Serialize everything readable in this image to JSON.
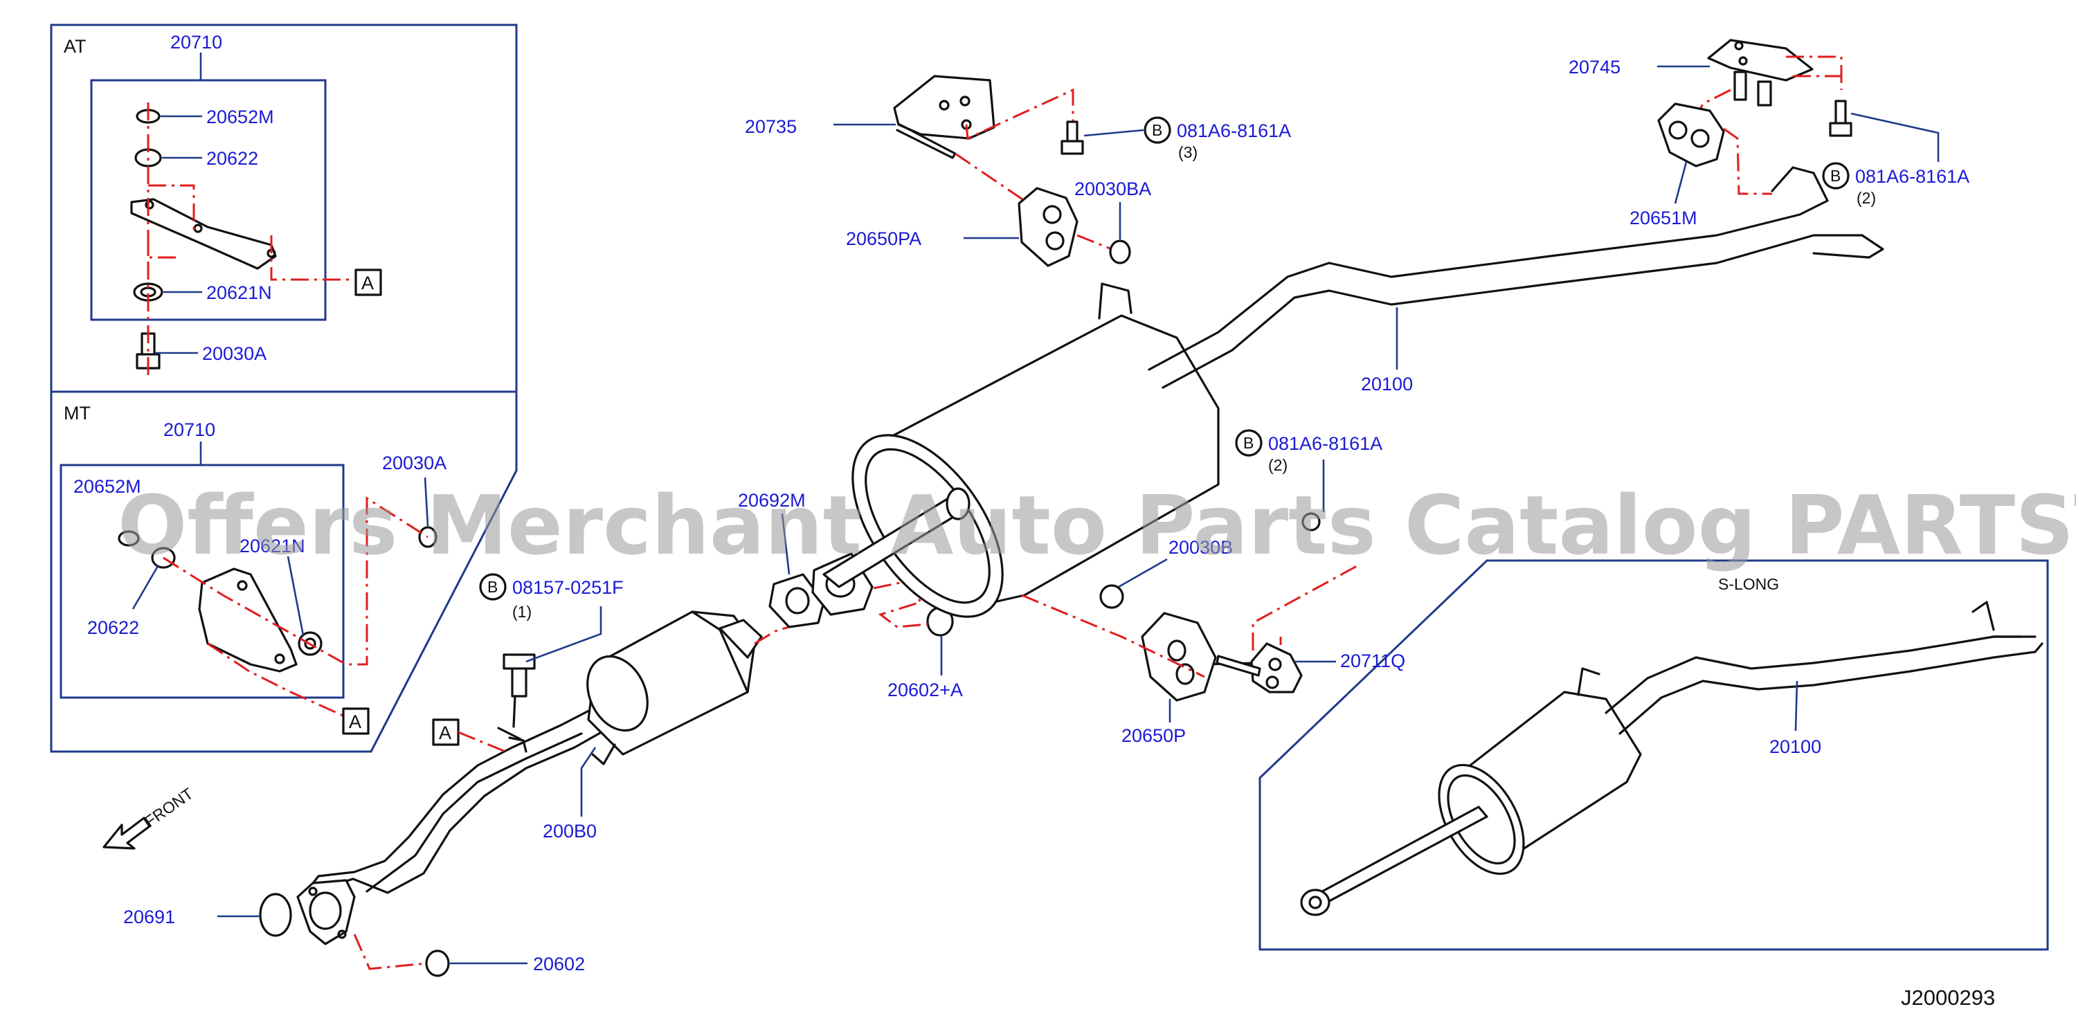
{
  "diagram": {
    "watermark": "Offers Merchant Auto Parts Catalog PARTSTORE.SA",
    "diagram_code": "J2000293",
    "front_label": "FRONT",
    "sections": {
      "at": "AT",
      "mt": "MT",
      "s_long": "S-LONG"
    },
    "callouts": {
      "a_top": "A",
      "a_mt": "A",
      "a_main": "A",
      "b1": "B",
      "b2": "B",
      "b3": "B",
      "b4": "B"
    },
    "qty": {
      "q_20735": "(3)",
      "q_mid": "(2)",
      "q_right": "(2)",
      "q_08157": "(1)"
    },
    "labels": {
      "at_20710": "20710",
      "at_20652M": "20652M",
      "at_20622": "20622",
      "at_20621N": "20621N",
      "at_20030A": "20030A",
      "mt_20710": "20710",
      "mt_20652M": "20652M",
      "mt_20030A": "20030A",
      "mt_20621N": "20621N",
      "mt_20622": "20622",
      "p_08157": "08157-0251F",
      "p_20692M": "20692M",
      "p_200B0": "200B0",
      "p_20691": "20691",
      "p_20602": "20602",
      "p_20602A": "20602+A",
      "p_20735": "20735",
      "p_081A6_top": "081A6-8161A",
      "p_20030BA": "20030BA",
      "p_20650PA": "20650PA",
      "p_081A6_mid": "081A6-8161A",
      "p_20030B": "20030B",
      "p_20650P": "20650P",
      "p_20711Q": "20711Q",
      "p_20100": "20100",
      "p_20745": "20745",
      "p_20651M": "20651M",
      "p_081A6_right": "081A6-8161A",
      "sl_20100": "20100"
    }
  }
}
